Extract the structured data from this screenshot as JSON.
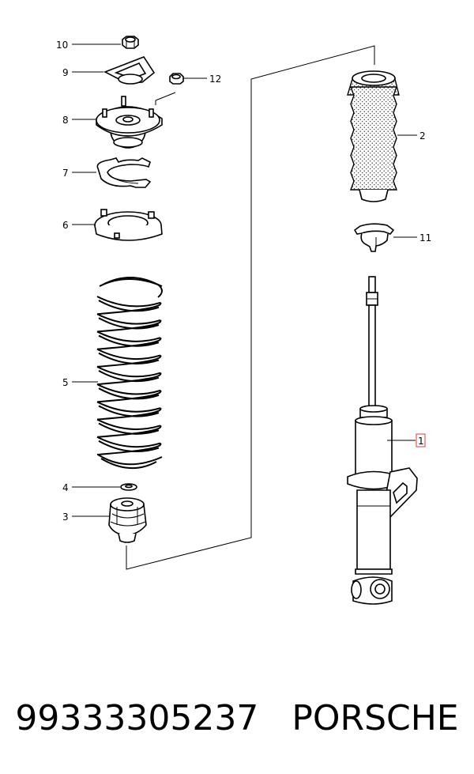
{
  "callouts": {
    "c10": "10",
    "c9": "9",
    "c8": "8",
    "c7": "7",
    "c6": "6",
    "c5": "5",
    "c4": "4",
    "c3": "3",
    "c2": "2",
    "c11": "11",
    "c12": "12",
    "c1": "1"
  },
  "caption": {
    "part_number": "99333305237",
    "brand": "PORSCHE"
  },
  "colors": {
    "line": "#000000",
    "highlight": "#e03a3a"
  }
}
